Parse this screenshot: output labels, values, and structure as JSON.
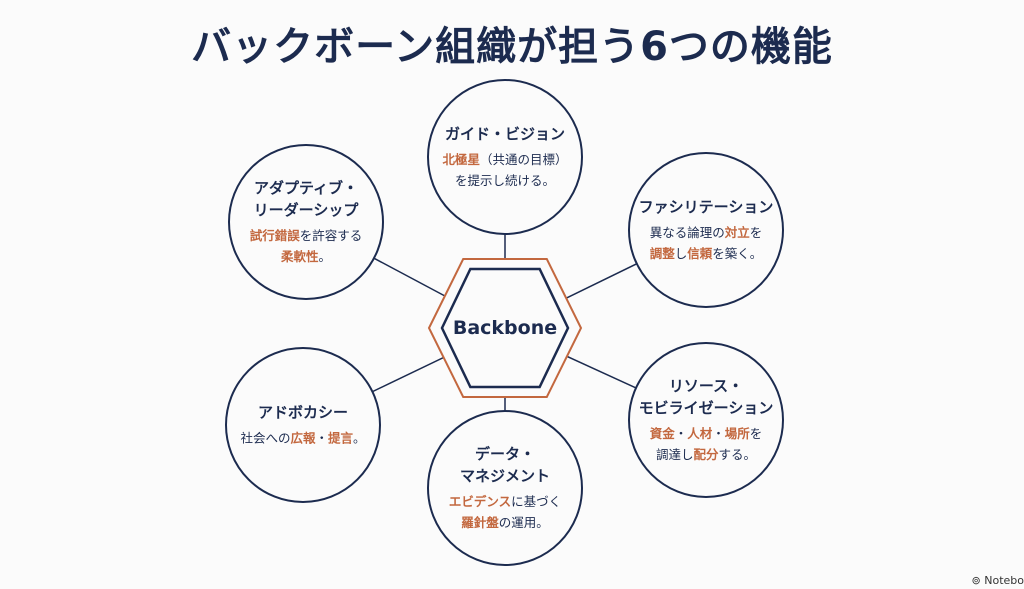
{
  "title": "バックボーン組織が担う6つの機能",
  "core": "Backbone",
  "colors": {
    "navy": "#1c2b4f",
    "accent": "#c3683f"
  },
  "nodes": [
    {
      "id": "guide-vision",
      "heading": [
        "ガイド・ビジョン"
      ],
      "desc": [
        [
          {
            "t": "北極星",
            "hl": true
          },
          {
            "t": "（共通の目標）",
            "hl": false
          }
        ],
        [
          {
            "t": "を提示し続ける。",
            "hl": false
          }
        ]
      ]
    },
    {
      "id": "facilitation",
      "heading": [
        "ファシリテーション"
      ],
      "desc": [
        [
          {
            "t": "異なる論理の",
            "hl": false
          },
          {
            "t": "対立",
            "hl": true
          },
          {
            "t": "を",
            "hl": false
          }
        ],
        [
          {
            "t": "調整",
            "hl": true
          },
          {
            "t": "し",
            "hl": false
          },
          {
            "t": "信頼",
            "hl": true
          },
          {
            "t": "を築く。",
            "hl": false
          }
        ]
      ]
    },
    {
      "id": "resource-mobilization",
      "heading": [
        "リソース・",
        "モビライゼーション"
      ],
      "desc": [
        [
          {
            "t": "資金",
            "hl": true
          },
          {
            "t": "・",
            "hl": false
          },
          {
            "t": "人材",
            "hl": true
          },
          {
            "t": "・",
            "hl": false
          },
          {
            "t": "場所",
            "hl": true
          },
          {
            "t": "を",
            "hl": false
          }
        ],
        [
          {
            "t": "調達し",
            "hl": false
          },
          {
            "t": "配分",
            "hl": true
          },
          {
            "t": "する。",
            "hl": false
          }
        ]
      ]
    },
    {
      "id": "data-management",
      "heading": [
        "データ・",
        "マネジメント"
      ],
      "desc": [
        [
          {
            "t": "エビデンス",
            "hl": true
          },
          {
            "t": "に基づく",
            "hl": false
          }
        ],
        [
          {
            "t": "羅針盤",
            "hl": true
          },
          {
            "t": "の運用。",
            "hl": false
          }
        ]
      ]
    },
    {
      "id": "advocacy",
      "heading": [
        "アドボカシー"
      ],
      "desc": [
        [
          {
            "t": "社会への",
            "hl": false
          },
          {
            "t": "広報",
            "hl": true
          },
          {
            "t": "・",
            "hl": false
          },
          {
            "t": "提言",
            "hl": true
          },
          {
            "t": "。",
            "hl": false
          }
        ]
      ]
    },
    {
      "id": "adaptive-leadership",
      "heading": [
        "アダプティブ・",
        "リーダーシップ"
      ],
      "desc": [
        [
          {
            "t": "試行錯誤",
            "hl": true
          },
          {
            "t": "を許容する",
            "hl": false
          }
        ],
        [
          {
            "t": "柔軟性",
            "hl": true
          },
          {
            "t": "。",
            "hl": false
          }
        ]
      ]
    }
  ],
  "footer": "Notebo"
}
